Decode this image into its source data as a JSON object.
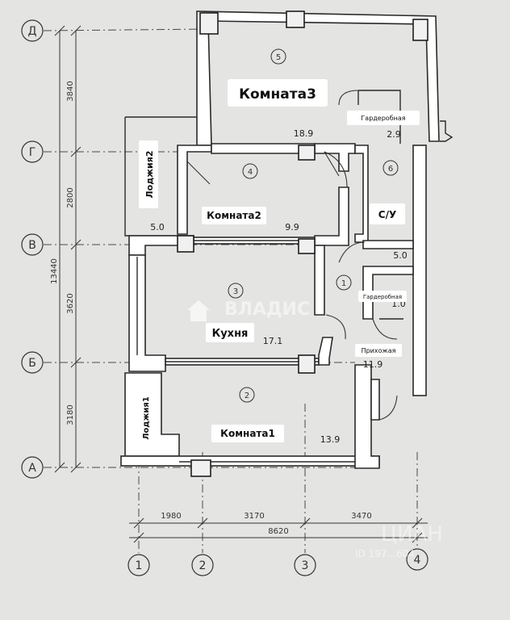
{
  "axes_letters": [
    "Д",
    "Г",
    "В",
    "Б",
    "А"
  ],
  "axes_numbers": [
    "1",
    "2",
    "3",
    "4"
  ],
  "dims_vertical": [
    "3840",
    "2800",
    "3620",
    "3180"
  ],
  "dim_vertical_total": "13440",
  "dims_horizontal": [
    "1980",
    "3170",
    "3470"
  ],
  "dim_horizontal_total": "8620",
  "rooms": [
    {
      "num": "5",
      "name": "Комната3",
      "area": "18.9"
    },
    {
      "num": "4",
      "name": "Комната2",
      "area": "9.9"
    },
    {
      "num": "3",
      "name": "Кухня",
      "area": "17.1"
    },
    {
      "num": "2",
      "name": "Комната1",
      "area": "13.9"
    },
    {
      "num": "1",
      "name": "Прихожая",
      "area": "11.9"
    },
    {
      "num": "6",
      "name": "С/У",
      "area": "5.0"
    }
  ],
  "wardrobe_top": {
    "name": "Гардеробная",
    "area": "2.9"
  },
  "wardrobe_mid": {
    "name": "Гардеробная",
    "area": "1.0"
  },
  "loggia_top": {
    "name": "Лоджия2",
    "area": "5.0"
  },
  "loggia_bottom": {
    "name": "Лоджия1"
  },
  "watermark": "ВЛАДИС",
  "watermark2": "ЦИАН",
  "watermark3": "ID 197...604"
}
